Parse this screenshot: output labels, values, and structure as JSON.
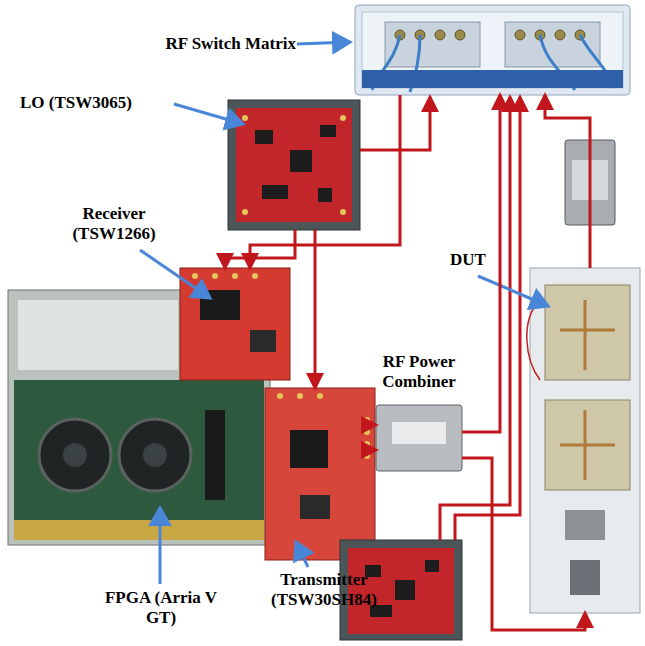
{
  "diagram": {
    "nodes": [
      {
        "text": [
          "RF Switch Matrix"
        ]
      },
      {
        "text": [
          "LO (TSW3065)"
        ]
      },
      {
        "text": [
          "Receiver (TSW1266)"
        ]
      },
      {
        "text": [
          "DUT"
        ]
      },
      {
        "text": [
          "RF Power Combiner"
        ]
      },
      {
        "text": [
          "Transmitter (TSW30SH84)"
        ]
      },
      {
        "text": [
          "FPGA (Arria V GT)"
        ]
      }
    ],
    "edges": [
      {
        "from": 0,
        "to": 2,
        "arrow": "to"
      },
      {
        "from": 1,
        "to": 2,
        "arrow": "to"
      },
      {
        "from": 1,
        "to": 5,
        "arrow": "to"
      },
      {
        "from": 5,
        "to": 4,
        "arrow": "to"
      },
      {
        "from": 5,
        "to": 4,
        "arrow": "to"
      },
      {
        "from": 4,
        "to": 0,
        "arrow": "to"
      },
      {
        "from": 4,
        "to": 3,
        "arrow": "to"
      },
      {
        "from": 3,
        "to": 0,
        "arrow": "to"
      }
    ]
  }
}
